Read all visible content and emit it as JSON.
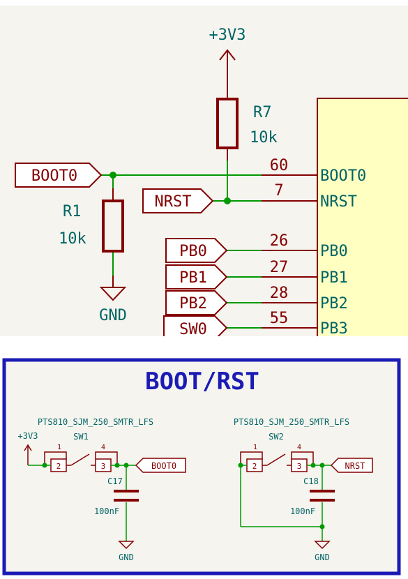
{
  "colors": {
    "wire": "#009900",
    "body": "#840000",
    "text": "#006464",
    "pin": "#840000",
    "ic_fill": "#ffffc2",
    "frame": "#1b1bb4",
    "title": "#1b1bb4",
    "panel_bg": "#f5f4ef"
  },
  "top": {
    "power": {
      "label": "+3V3"
    },
    "gnd": {
      "label": "GND"
    },
    "r7": {
      "ref": "R7",
      "value": "10k"
    },
    "r1": {
      "ref": "R1",
      "value": "10k"
    },
    "labels": {
      "boot0": "BOOT0",
      "nrst": "NRST",
      "pb0": "PB0",
      "pb1": "PB1",
      "pb2": "PB2",
      "sw0": "SW0"
    },
    "pins": [
      {
        "num": "60",
        "name": "BOOT0"
      },
      {
        "num": "7",
        "name": "NRST"
      },
      {
        "num": "26",
        "name": "PB0"
      },
      {
        "num": "27",
        "name": "PB1"
      },
      {
        "num": "28",
        "name": "PB2"
      },
      {
        "num": "55",
        "name": "PB3"
      }
    ]
  },
  "bottom": {
    "title": "BOOT/RST",
    "left": {
      "part": "PTS810_SJM_250_SMTR_LFS",
      "power": "+3V3",
      "sw_ref": "SW1",
      "pin1": "1",
      "pin2": "2",
      "pin3": "3",
      "pin4": "4",
      "cap_ref": "C17",
      "cap_value": "100nF",
      "net_label": "BOOT0",
      "gnd": "GND"
    },
    "right": {
      "part": "PTS810_SJM_250_SMTR_LFS",
      "sw_ref": "SW2",
      "pin1": "1",
      "pin2": "2",
      "pin3": "3",
      "pin4": "4",
      "cap_ref": "C18",
      "cap_value": "100nF",
      "net_label": "NRST",
      "gnd": "GND"
    }
  }
}
